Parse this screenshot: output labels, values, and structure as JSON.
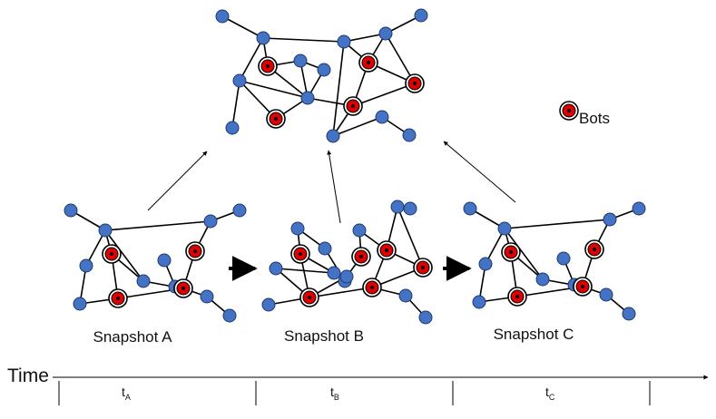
{
  "snapshots": [
    {
      "label": "Snapshot A"
    },
    {
      "label": "Snapshot B"
    },
    {
      "label": "Snapshot C"
    }
  ],
  "legend": {
    "label": "Bots",
    "icon": "bot-node-icon"
  },
  "timeline": {
    "title": "Time",
    "intervals": [
      {
        "base": "t",
        "sub": "A"
      },
      {
        "base": "t",
        "sub": "B"
      },
      {
        "base": "t",
        "sub": "C"
      }
    ]
  },
  "colors": {
    "node": "#4472C4",
    "node_stroke": "#1F3A6A",
    "bot_core": "#E00000",
    "edge": "#000000"
  }
}
